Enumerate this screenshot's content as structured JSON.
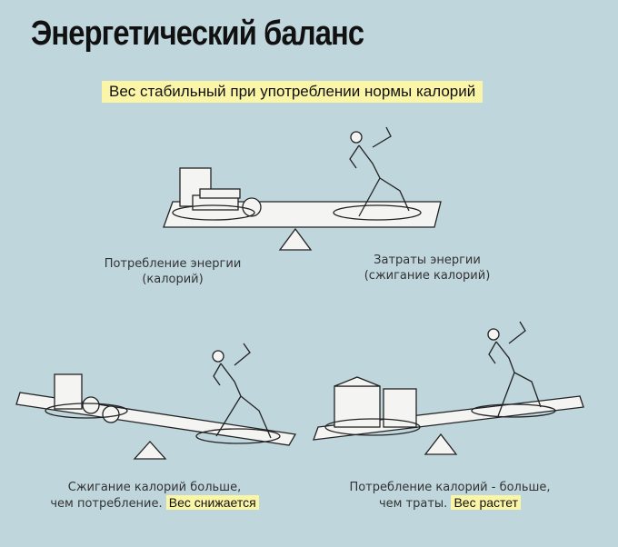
{
  "title": "Энергетический баланс",
  "subtitle": "Вес стабильный при употреблении нормы калорий",
  "scene_balanced": {
    "left_label_line1": "Потребление энергии",
    "left_label_line2": "(калорий)",
    "right_label_line1": "Затраты энергии",
    "right_label_line2": "(сжигание калорий)"
  },
  "scene_loss": {
    "line1": "Сжигание калорий больше,",
    "line2": "чем потребление.",
    "highlight": "Вес снижается"
  },
  "scene_gain": {
    "line1": "Потребление калорий - больше,",
    "line2": "чем траты.",
    "highlight": "Вес растет"
  },
  "colors": {
    "background": "#bfd6dc",
    "highlight": "#fbf5a8"
  }
}
